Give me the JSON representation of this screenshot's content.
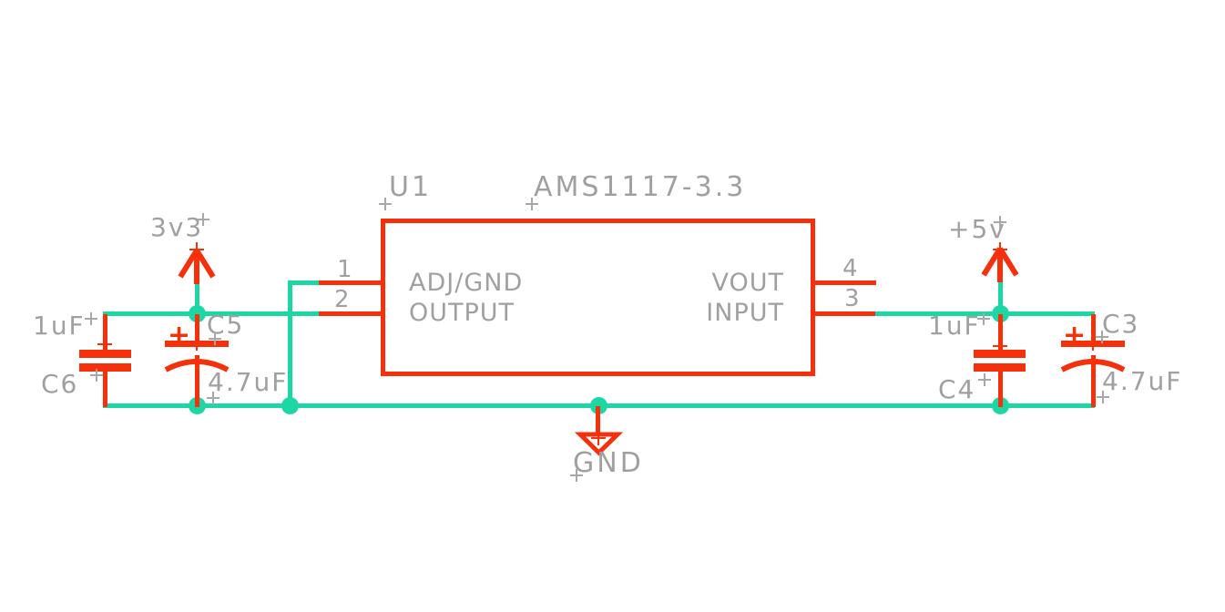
{
  "colors": {
    "background": "#ffffff",
    "wire": "#1cd6a4",
    "part": "#f5300a",
    "label": "#a0a0a0"
  },
  "component_u1": {
    "ref": "U1",
    "value": "AMS1117-3.3",
    "pins": [
      {
        "number": "1",
        "name": "ADJ/GND"
      },
      {
        "number": "2",
        "name": "OUTPUT"
      },
      {
        "number": "3",
        "name": "INPUT"
      },
      {
        "number": "4",
        "name": "VOUT"
      }
    ]
  },
  "power": {
    "net_3v3": "3v3",
    "net_5v": "+5v",
    "net_gnd": "GND"
  },
  "capacitors": {
    "c6": {
      "ref": "C6",
      "value": "1uF"
    },
    "c5": {
      "ref": "C5",
      "value": "4.7uF",
      "polarity_mark": "+"
    },
    "c4": {
      "ref": "C4",
      "value": "1uF"
    },
    "c3": {
      "ref": "C3",
      "value": "4.7uF",
      "polarity_mark": "+"
    }
  }
}
